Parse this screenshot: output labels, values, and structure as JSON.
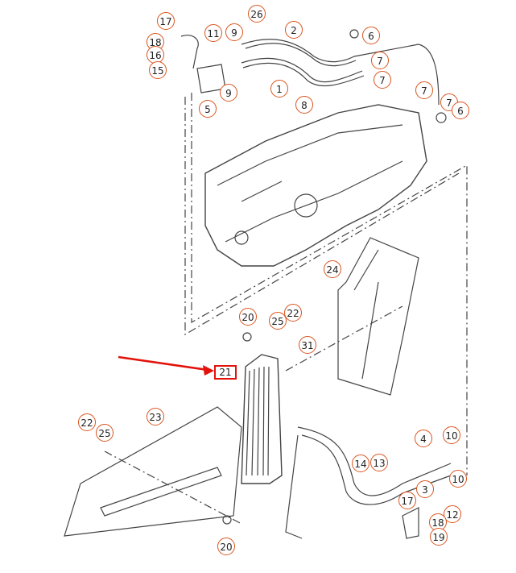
{
  "diagram": {
    "highlight_color": "#e3120b",
    "callout_color": "#d9541e",
    "highlighted_part": "21",
    "callouts": [
      "17",
      "11",
      "9",
      "26",
      "2",
      "6",
      "18",
      "16",
      "15",
      "7",
      "7",
      "9",
      "1",
      "5",
      "8",
      "7",
      "7",
      "6",
      "24",
      "20",
      "25",
      "22",
      "31",
      "21",
      "22",
      "25",
      "23",
      "4",
      "10",
      "10",
      "14",
      "13",
      "3",
      "17",
      "12",
      "18",
      "19",
      "20"
    ]
  }
}
